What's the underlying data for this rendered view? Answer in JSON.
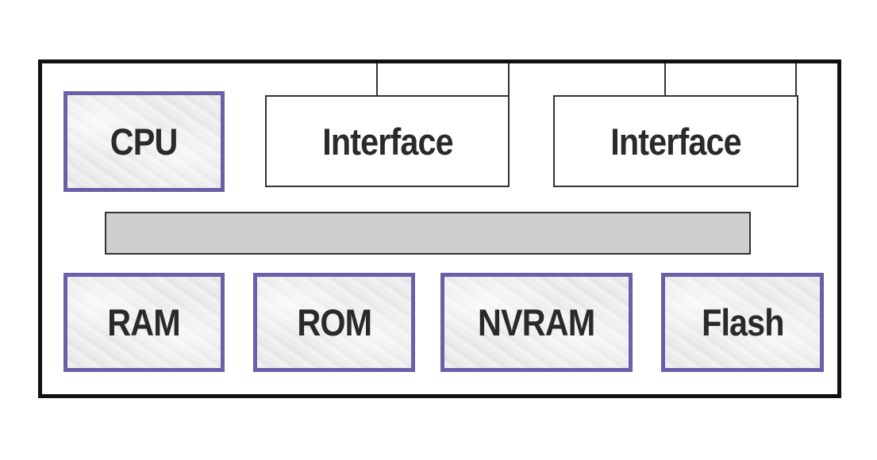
{
  "diagram": {
    "components": {
      "cpu": "CPU",
      "interface_1": "Interface",
      "interface_2": "Interface",
      "ram": "RAM",
      "rom": "ROM",
      "nvram": "NVRAM",
      "flash": "Flash"
    },
    "colors": {
      "frame": "#111111",
      "chip_border": "#6a5fa8",
      "chip_fill": "#ececec",
      "bus_fill": "#cfcfcf",
      "text": "#2a2a2a"
    }
  }
}
